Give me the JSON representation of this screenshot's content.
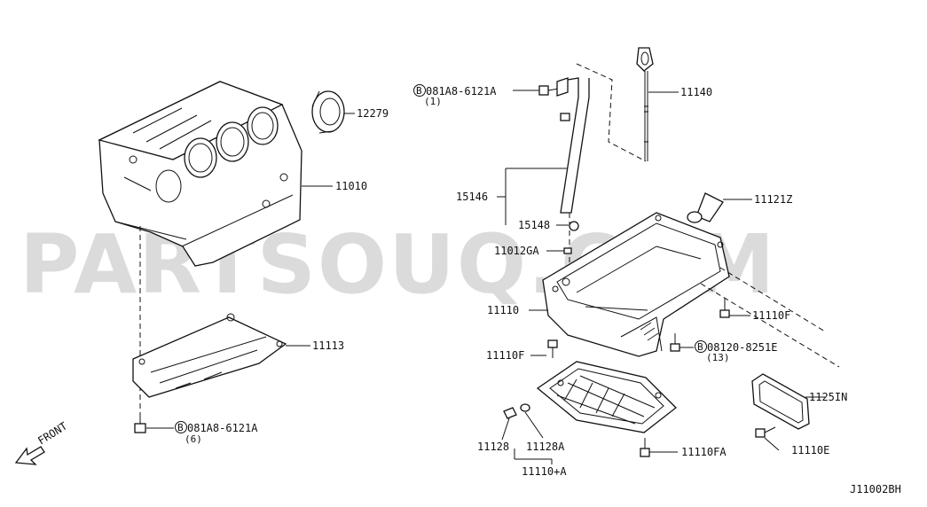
{
  "watermark": "PARTSOUQ.COM",
  "diagram_code": "J11002BH",
  "front_label": "FRONT",
  "bolt_marker": "B",
  "labels": {
    "seal": "12279",
    "cylinder_block": "11010",
    "baffle": "11113",
    "bolt_bottom_left": "081A8-6121A",
    "bolt_bottom_left_qty": "(6)",
    "bolt_top": "081A8-6121A",
    "bolt_top_qty": "(1)",
    "dipstick": "11140",
    "guide_tube": "15146",
    "oring": "15148",
    "gasket_ring": "11012GA",
    "oil_strainer": "11121Z",
    "oil_pan_upper": "11110",
    "bolt_f_right": "11110F",
    "bolt_f_left": "11110F",
    "bolt_right": "08120-8251E",
    "bolt_right_qty": "(13)",
    "cover_gasket": "1125IN",
    "drain_plug": "11128",
    "drain_washer": "11128A",
    "bolt_fa": "11110FA",
    "bolt_e": "11110E",
    "oil_pan_lower": "11110+A"
  }
}
